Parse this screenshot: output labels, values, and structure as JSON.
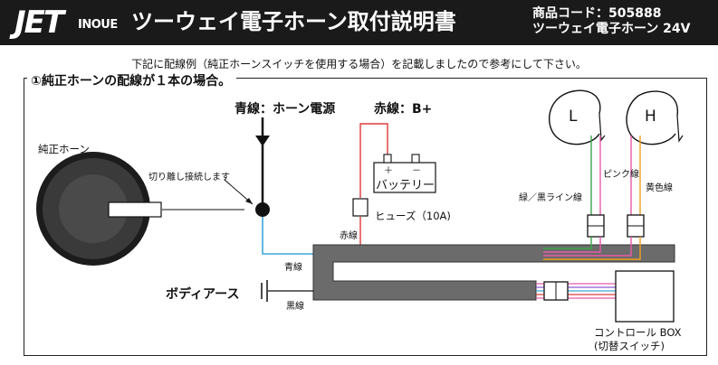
{
  "header": {
    "logo_main": "JET",
    "logo_sub": "INOUE",
    "title": "ツーウェイ電子ホーン取付説明書",
    "code_line1": "商品コード：505888",
    "code_line2": "ツーウェイ電子ホーン 24V"
  },
  "intro": "下記に配線例（純正ホーンスイッチを使用する場合）を記載しましたので参考にして下さい。",
  "section": {
    "title": "①純正ホーンの配線が１本の場合。"
  },
  "labels": {
    "oem_horn": "純正ホーン",
    "cut_connect": "切り離し接続します",
    "blue_wire_power": "青線：ホーン電源",
    "red_wire_bplus": "赤線：B+",
    "battery": "バッテリー",
    "plus": "＋",
    "minus": "－",
    "fuse": "ヒューズ（10A)",
    "red_wire": "赤線",
    "blue_wire": "青線",
    "black_wire": "黒線",
    "body_earth": "ボディアース",
    "horn_l": "L",
    "horn_h": "H",
    "green_black_wire": "緑／黒ライン線",
    "pink_wire": "ピンク線",
    "yellow_wire": "黄色線",
    "control_box_line1": "コントロール BOX",
    "control_box_line2": "(切替スイッチ)"
  },
  "colors": {
    "header_bg": "#1a1a1a",
    "harness": "#6b6b6b",
    "blue": "#3ea6d8",
    "red": "#e23a3a",
    "green": "#3aa64a",
    "pink": "#e85aa8",
    "yellow": "#f0a020",
    "purple": "#8a5ad8"
  },
  "icons": {
    "oem_horn": "horn-speaker-icon",
    "horn_l": "horn-l-icon",
    "horn_h": "horn-h-icon",
    "battery": "battery-icon",
    "fuse": "fuse-icon",
    "ground": "ground-icon",
    "connector": "connector-icon",
    "control_box": "control-box-icon"
  }
}
